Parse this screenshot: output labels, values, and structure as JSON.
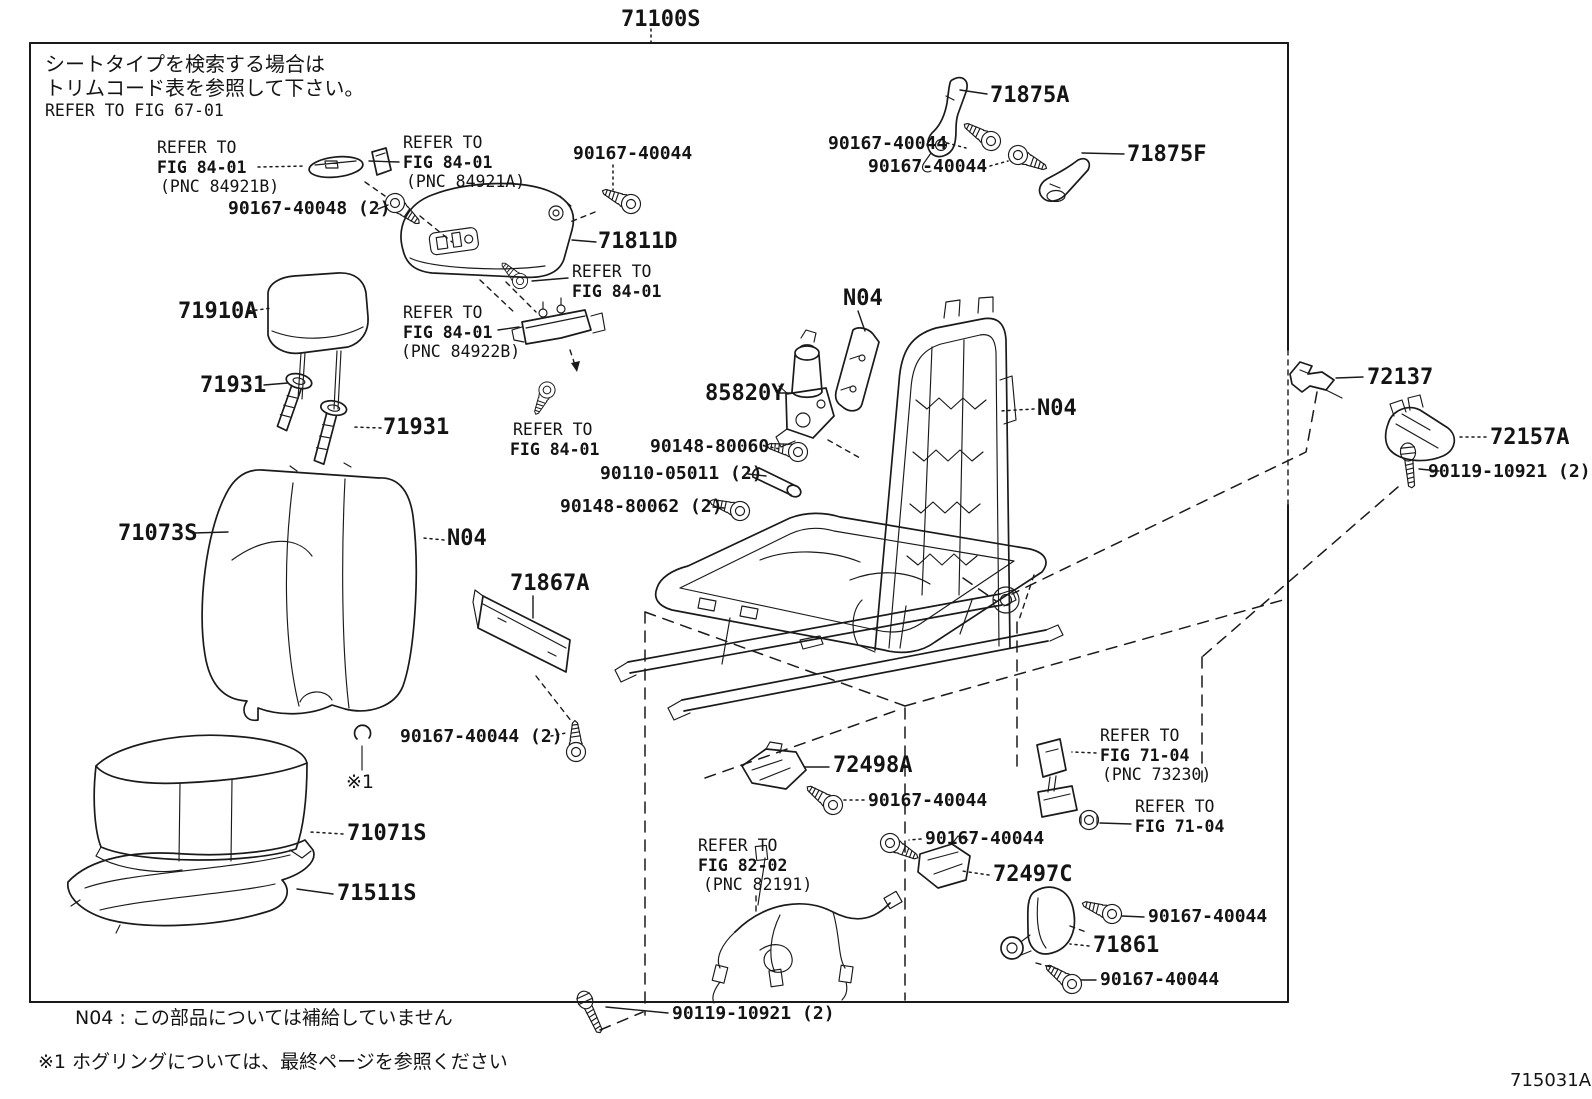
{
  "figure": {
    "title": "71100S",
    "sheet_code": "715031A"
  },
  "header_note": {
    "line1": "シートタイプを検索する場合は",
    "line2": "トリムコード表を参照して下さい。",
    "line3": "REFER TO FIG 67-01"
  },
  "footnotes": {
    "n04_note": "N04 :  この部品については補給していません",
    "hog_ring_note": "※1  ホグリングについては、最終ページを参照ください"
  },
  "callouts": {
    "p71875a": "71875A",
    "p71875f": "71875F",
    "p71811d": "71811D",
    "p71910a": "71910A",
    "p71931": "71931",
    "p71073s": "71073S",
    "p71867a": "71867A",
    "p71071s": "71071S",
    "p71511s": "71511S",
    "p85820y": "85820Y",
    "p72498a": "72498A",
    "p72497c": "72497C",
    "p71861": "71861",
    "p72137": "72137",
    "p72157a": "72157A",
    "n04": "N04",
    "asterisk1": "※1",
    "f90167_40044": "90167-40044",
    "f90167_40048_2": "90167-40048 (2)",
    "f90167_40044_2": "90167-40044 (2)",
    "f90148_80060": "90148-80060",
    "f90110_05011_2": "90110-05011 (2)",
    "f90148_80062_2": "90148-80062 (2)",
    "f90119_10921_2": "90119-10921 (2)"
  },
  "references": {
    "refer_to": "REFER TO",
    "fig_84_01": "FIG 84-01",
    "fig_71_04": "FIG 71-04",
    "fig_82_02": "FIG 82-02",
    "pnc_84921b": "(PNC 84921B)",
    "pnc_84921a": "(PNC 84921A)",
    "pnc_84922b": "(PNC 84922B)",
    "pnc_73230": "(PNC 73230)",
    "pnc_82191": "(PNC 82191)"
  }
}
